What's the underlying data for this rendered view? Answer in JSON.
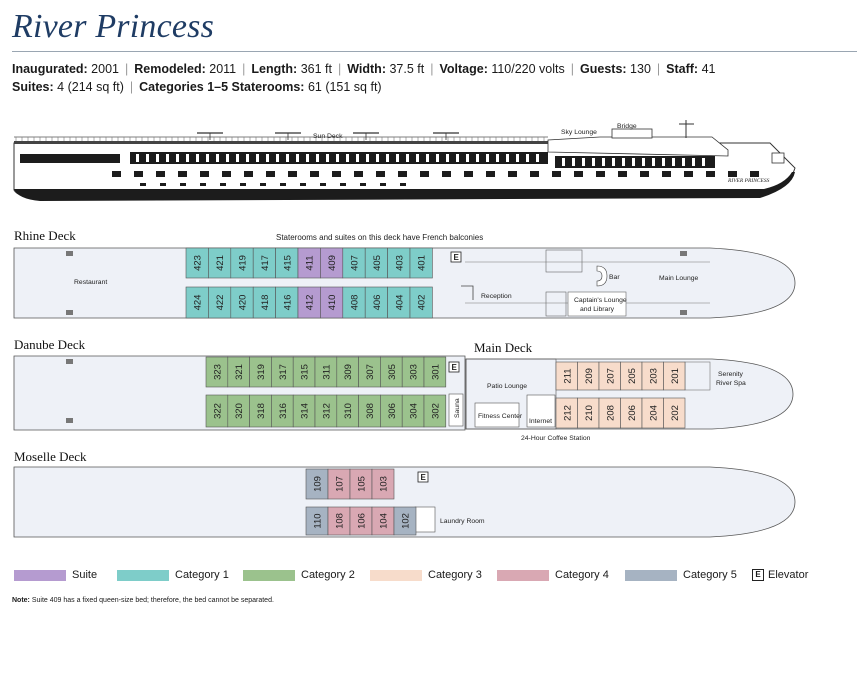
{
  "title": "River Princess",
  "specs_line1": [
    {
      "label": "Inaugurated:",
      "value": "2001"
    },
    {
      "label": "Remodeled:",
      "value": "2011"
    },
    {
      "label": "Length:",
      "value": "361 ft"
    },
    {
      "label": "Width:",
      "value": "37.5 ft"
    },
    {
      "label": "Voltage:",
      "value": "110/220 volts"
    },
    {
      "label": "Guests:",
      "value": "130"
    },
    {
      "label": "Staff:",
      "value": "41"
    }
  ],
  "specs_line2": [
    {
      "label": "Suites:",
      "value": "4 (214 sq ft)"
    },
    {
      "label": "Categories 1–5 Staterooms:",
      "value": "61 (151 sq ft)"
    }
  ],
  "profile_labels": {
    "sun_deck": "Sun Deck",
    "sky_lounge": "Sky Lounge",
    "bridge": "Bridge",
    "ship_name": "RIVER PRINCESS"
  },
  "colors": {
    "suite": "#b59bd0",
    "cat1": "#7ecdc9",
    "cat2": "#9bc28d",
    "cat3": "#f7dccb",
    "cat4": "#d9a8b3",
    "cat5": "#a6b3c2",
    "deck": "#eef1f7",
    "title": "#1f3c64"
  },
  "rhine": {
    "name": "Rhine Deck",
    "note": "Staterooms and suites on this deck have French balconies",
    "restaurant": "Restaurant",
    "reception": "Reception",
    "bar": "Bar",
    "main_lounge": "Main Lounge",
    "captains_lounge_1": "Captain's Lounge",
    "captains_lounge_2": "and Library",
    "elevator": "E",
    "top_cabins": [
      [
        "423",
        "cat1"
      ],
      [
        "421",
        "cat1"
      ],
      [
        "419",
        "cat1"
      ],
      [
        "417",
        "cat1"
      ],
      [
        "415",
        "cat1"
      ],
      [
        "411",
        "suite"
      ],
      [
        "409",
        "suite"
      ],
      [
        "407",
        "cat1"
      ],
      [
        "405",
        "cat1"
      ],
      [
        "403",
        "cat1"
      ],
      [
        "401",
        "cat1"
      ]
    ],
    "bottom_cabins": [
      [
        "424",
        "cat1"
      ],
      [
        "422",
        "cat1"
      ],
      [
        "420",
        "cat1"
      ],
      [
        "418",
        "cat1"
      ],
      [
        "416",
        "cat1"
      ],
      [
        "412",
        "suite"
      ],
      [
        "410",
        "suite"
      ],
      [
        "408",
        "cat1"
      ],
      [
        "406",
        "cat1"
      ],
      [
        "404",
        "cat1"
      ],
      [
        "402",
        "cat1"
      ]
    ]
  },
  "danube": {
    "name": "Danube Deck",
    "elevator": "E",
    "sauna": "Sauna",
    "top_cabins": [
      [
        "323",
        "cat2"
      ],
      [
        "321",
        "cat2"
      ],
      [
        "319",
        "cat2"
      ],
      [
        "317",
        "cat2"
      ],
      [
        "315",
        "cat2"
      ],
      [
        "311",
        "cat2"
      ],
      [
        "309",
        "cat2"
      ],
      [
        "307",
        "cat2"
      ],
      [
        "305",
        "cat2"
      ],
      [
        "303",
        "cat2"
      ],
      [
        "301",
        "cat2"
      ]
    ],
    "bottom_cabins": [
      [
        "322",
        "cat2"
      ],
      [
        "320",
        "cat2"
      ],
      [
        "318",
        "cat2"
      ],
      [
        "316",
        "cat2"
      ],
      [
        "314",
        "cat2"
      ],
      [
        "312",
        "cat2"
      ],
      [
        "310",
        "cat2"
      ],
      [
        "308",
        "cat2"
      ],
      [
        "306",
        "cat2"
      ],
      [
        "304",
        "cat2"
      ],
      [
        "302",
        "cat2"
      ]
    ]
  },
  "main": {
    "name": "Main Deck",
    "patio_lounge": "Patio Lounge",
    "fitness_center": "Fitness Center",
    "internet": "Internet",
    "coffee": "24-Hour Coffee Station",
    "spa_1": "Serenity",
    "spa_2": "River Spa",
    "top_cabins": [
      [
        "211",
        "cat3"
      ],
      [
        "209",
        "cat3"
      ],
      [
        "207",
        "cat3"
      ],
      [
        "205",
        "cat3"
      ],
      [
        "203",
        "cat3"
      ],
      [
        "201",
        "cat3"
      ]
    ],
    "bottom_cabins": [
      [
        "212",
        "cat3"
      ],
      [
        "210",
        "cat3"
      ],
      [
        "208",
        "cat3"
      ],
      [
        "206",
        "cat3"
      ],
      [
        "204",
        "cat3"
      ],
      [
        "202",
        "cat3"
      ]
    ]
  },
  "moselle": {
    "name": "Moselle Deck",
    "elevator": "E",
    "laundry": "Laundry Room",
    "top_cabins": [
      [
        "109",
        "cat5"
      ],
      [
        "107",
        "cat4"
      ],
      [
        "105",
        "cat4"
      ],
      [
        "103",
        "cat4"
      ]
    ],
    "bottom_cabins": [
      [
        "110",
        "cat5"
      ],
      [
        "108",
        "cat4"
      ],
      [
        "106",
        "cat4"
      ],
      [
        "104",
        "cat4"
      ],
      [
        "102",
        "cat5"
      ]
    ]
  },
  "legend": [
    {
      "label": "Suite",
      "color": "#b59bd0"
    },
    {
      "label": "Category 1",
      "color": "#7ecdc9"
    },
    {
      "label": "Category 2",
      "color": "#9bc28d"
    },
    {
      "label": "Category 3",
      "color": "#f7dccb"
    },
    {
      "label": "Category 4",
      "color": "#d9a8b3"
    },
    {
      "label": "Category 5",
      "color": "#a6b3c2"
    }
  ],
  "legend_elevator": {
    "symbol": "E",
    "label": "Elevator"
  },
  "note": {
    "label": "Note:",
    "text": "Suite 409 has a fixed queen-size bed; therefore, the bed cannot be separated."
  }
}
